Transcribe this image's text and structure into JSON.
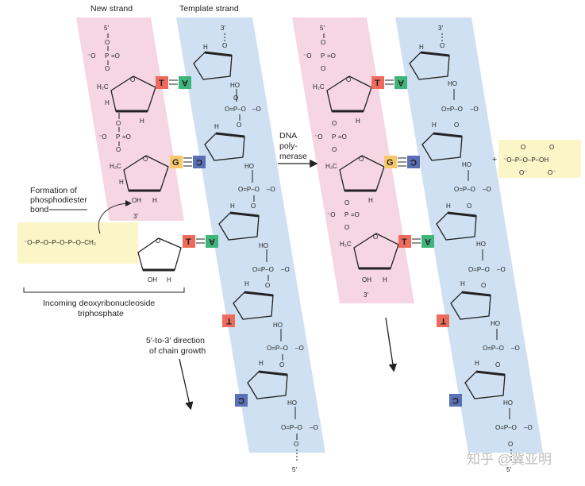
{
  "labels": {
    "new_strand": "New strand",
    "template_strand": "Template strand",
    "formation_line1": "Formation of",
    "formation_line2": "phosphodiester",
    "formation_line3": "bond",
    "incoming_line1": "Incoming deoxyribonucleoside",
    "incoming_line2": "triphosphate",
    "direction_line1": "5′-to-3′ direction",
    "direction_line2": "of chain growth",
    "enzyme_line1": "DNA",
    "enzyme_line2": "poly-",
    "enzyme_line3": "merase",
    "prime5": "5′",
    "prime3": "3′"
  },
  "chem": {
    "o_minus": "⁻O",
    "o_minus_r": "–O",
    "o": "O",
    "p": "P",
    "eq_o": "=O",
    "h": "H",
    "oh": "OH",
    "ho": "HO",
    "h2c": "H₂C",
    "ch2": "CH₂",
    "o_minus_b": "O⁻",
    "p_eq_o": "O=P–O",
    "pyro": "⁻O–P–O–P–OH",
    "triphos": "⁻O–P–O–P–O–P–O–CH₂",
    "plus": "+"
  },
  "bases": {
    "T": "T",
    "A": "A",
    "G": "G",
    "C": "C"
  },
  "colors": {
    "new_strand_band": "#f6d6e3",
    "template_band": "#cfe0f2",
    "incoming_box": "#fbf6c8",
    "base_T": "#ee6b5c",
    "base_A": "#3fb57a",
    "base_G": "#f6c86a",
    "base_C": "#5b6fb5"
  },
  "watermark": "知乎 @冀亚明"
}
